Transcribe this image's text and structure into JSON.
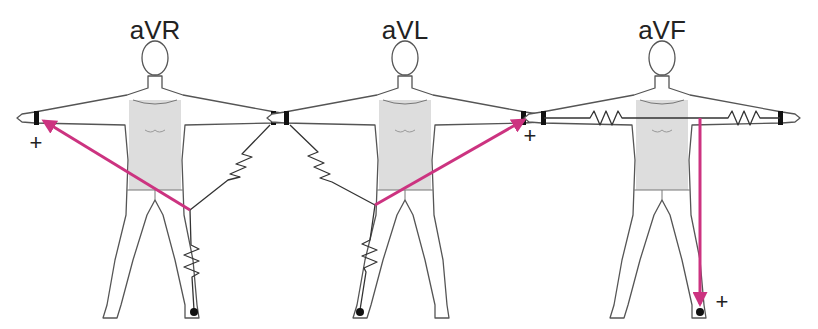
{
  "diagram": {
    "labels": [
      "aVR",
      "aVL",
      "aVF",
      "+",
      "+",
      "+"
    ]
  }
}
